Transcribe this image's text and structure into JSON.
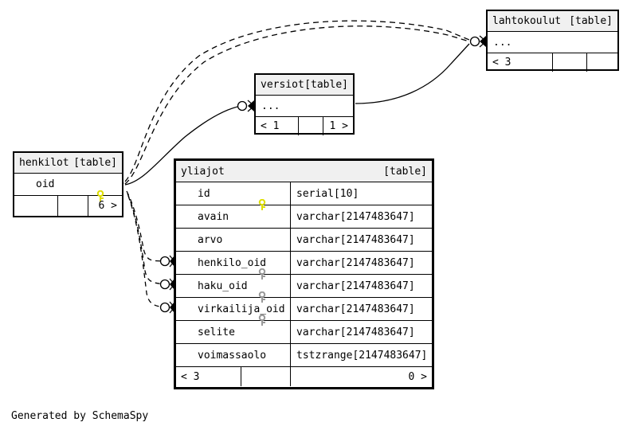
{
  "diagram": {
    "caption": "Generated by SchemaSpy",
    "type_tag": "[table]",
    "ellipsis": "...",
    "colors": {
      "primary_key_icon": "#dede00",
      "foreign_key_icon": "#999999",
      "header_background": "#f0f0f0",
      "border": "#000000",
      "background": "#ffffff"
    }
  },
  "tables": {
    "yliajot": {
      "name": "yliajot",
      "type": "[table]",
      "columns": [
        {
          "key": "primary",
          "name": "id",
          "type": "serial[10]"
        },
        {
          "key": "none",
          "name": "avain",
          "type": "varchar[2147483647]"
        },
        {
          "key": "none",
          "name": "arvo",
          "type": "varchar[2147483647]"
        },
        {
          "key": "foreign",
          "name": "henkilo_oid",
          "type": "varchar[2147483647]"
        },
        {
          "key": "foreign",
          "name": "haku_oid",
          "type": "varchar[2147483647]"
        },
        {
          "key": "foreign",
          "name": "virkailija_oid",
          "type": "varchar[2147483647]"
        },
        {
          "key": "none",
          "name": "selite",
          "type": "varchar[2147483647]"
        },
        {
          "key": "none",
          "name": "voimassaolo",
          "type": "tstzrange[2147483647]"
        }
      ],
      "footer": {
        "left": "< 3",
        "middle": "",
        "right": "0 >"
      }
    },
    "henkilot": {
      "name": "henkilot",
      "type": "[table]",
      "columns": [
        {
          "key": "primary",
          "name": "oid",
          "type": ""
        }
      ],
      "footer": {
        "left": "",
        "middle": "",
        "right": "6 >"
      }
    },
    "versiot": {
      "name": "versiot",
      "type": "[table]",
      "rows_collapsed": "...",
      "footer": {
        "left": "< 1",
        "middle": "",
        "right": "1 >"
      }
    },
    "lahtokoulut": {
      "name": "lahtokoulut",
      "type": "[table]",
      "rows_collapsed": "...",
      "footer": {
        "left": "< 3",
        "middle": "",
        "right": ""
      }
    }
  },
  "relationships": [
    {
      "from": "henkilot.oid",
      "to": "lahtokoulut",
      "style": "dashed"
    },
    {
      "from": "henkilot.oid",
      "to": "lahtokoulut",
      "style": "dashed"
    },
    {
      "from": "versiot",
      "to": "lahtokoulut",
      "style": "solid"
    },
    {
      "from": "henkilot.oid",
      "to": "versiot",
      "style": "solid"
    },
    {
      "from": "henkilot.oid",
      "to": "yliajot.henkilo_oid",
      "style": "dashed"
    },
    {
      "from": "henkilot.oid",
      "to": "yliajot.haku_oid",
      "style": "dashed"
    },
    {
      "from": "henkilot.oid",
      "to": "yliajot.virkailija_oid",
      "style": "dashed"
    }
  ]
}
